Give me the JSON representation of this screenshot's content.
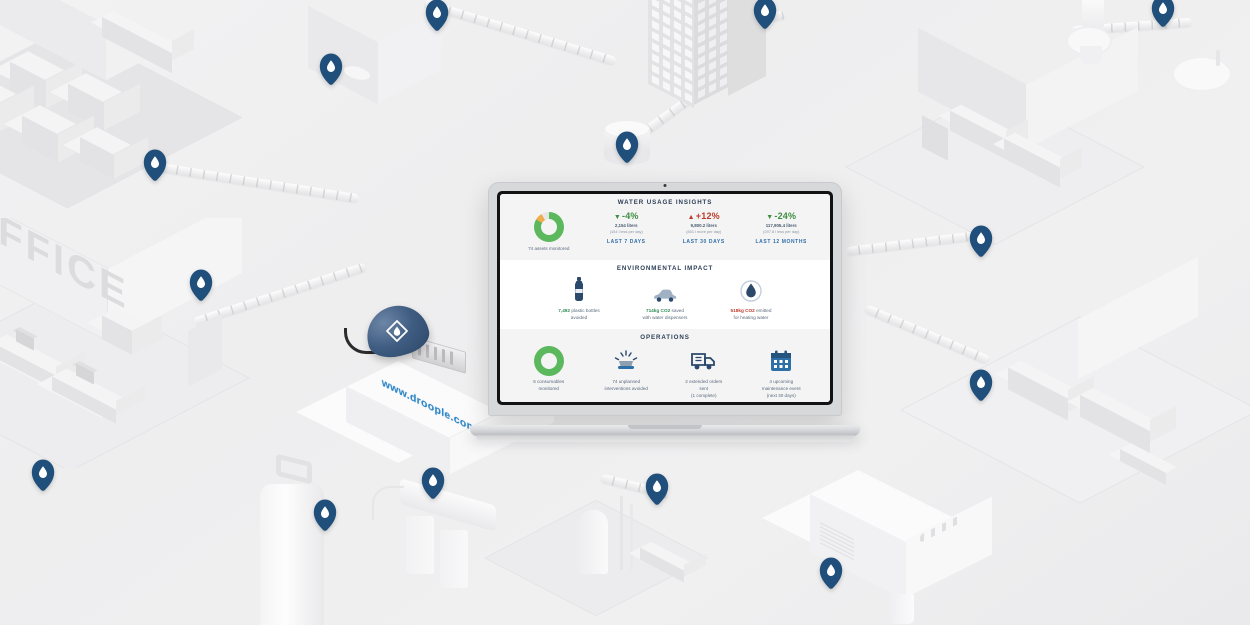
{
  "brand": {
    "url_label": "www.droople.com",
    "accent_blue": "#2f86c5",
    "pin_color": "#1f4f7a",
    "green": "#5cb85c",
    "red": "#c0392b"
  },
  "dashboard": {
    "sections": {
      "water": {
        "title": "WATER USAGE INSIGHTS",
        "score": {
          "caption_line1": "74 assets monitored",
          "caption_line2": ""
        },
        "stats": [
          {
            "arrow": "▼",
            "pct": "-4%",
            "direction": "down",
            "value": "2,154 liters",
            "note": "(154 l less per day)",
            "period": "LAST 7 DAYS"
          },
          {
            "arrow": "▲",
            "pct": "+12%",
            "direction": "up",
            "value": "9,800.2 liters",
            "note": "(801 l more per day)",
            "period": "LAST 30 DAYS"
          },
          {
            "arrow": "▼",
            "pct": "-24%",
            "direction": "down",
            "value": "117,905.4 liters",
            "note": "(297.8 l less per day)",
            "period": "LAST 12 MONTHS"
          }
        ]
      },
      "environment": {
        "title": "ENVIRONMENTAL IMPACT",
        "items": [
          {
            "icon": "plastic-bottle-icon",
            "highlight": "7,492",
            "highlight_class": "g",
            "line1_rest": " plastic bottles",
            "line2": "avoided"
          },
          {
            "icon": "car-icon",
            "highlight": "714kg CO2",
            "highlight_class": "g",
            "line1_rest": " saved",
            "line2": "with water dispensers"
          },
          {
            "icon": "water-co2-icon",
            "highlight": "518kg CO2",
            "highlight_class": "r",
            "line1_rest": " emitted",
            "line2": "for heating water"
          }
        ]
      },
      "operations": {
        "title": "OPERATIONS",
        "items": [
          {
            "icon": "consumables-donut-icon",
            "line1": "6 consumables",
            "line2": "monitored",
            "line3": ""
          },
          {
            "icon": "cleaning-sparkle-icon",
            "line1": "74 unplanned",
            "line2": "interventions avoided",
            "line3": ""
          },
          {
            "icon": "delivery-truck-icon",
            "line1": "2 extended orders",
            "line2": "sent",
            "line3": "(1 complete)"
          },
          {
            "icon": "calendar-icon",
            "line1": "4 upcoming",
            "line2": "maintenance event",
            "line3": "(next 30 days)"
          }
        ]
      }
    }
  },
  "scene": {
    "office_sign": "OFFICE",
    "locations": [
      {
        "name": "laundry-facility",
        "pin": true
      },
      {
        "name": "office-space",
        "pin": true
      },
      {
        "name": "restroom-partition",
        "pin": true
      },
      {
        "name": "high-rise-building",
        "pin": true
      },
      {
        "name": "water-storage-tank",
        "pin": true
      },
      {
        "name": "public-restroom",
        "pin": true
      },
      {
        "name": "toilet-fixture",
        "pin": true
      },
      {
        "name": "commercial-kitchen",
        "pin": true
      },
      {
        "name": "water-dispenser",
        "pin": true
      },
      {
        "name": "gas-cylinder",
        "pin": true
      },
      {
        "name": "water-filtration-unit",
        "pin": true
      },
      {
        "name": "water-treatment-skid",
        "pin": true
      },
      {
        "name": "coffee-machine",
        "pin": true
      }
    ]
  }
}
